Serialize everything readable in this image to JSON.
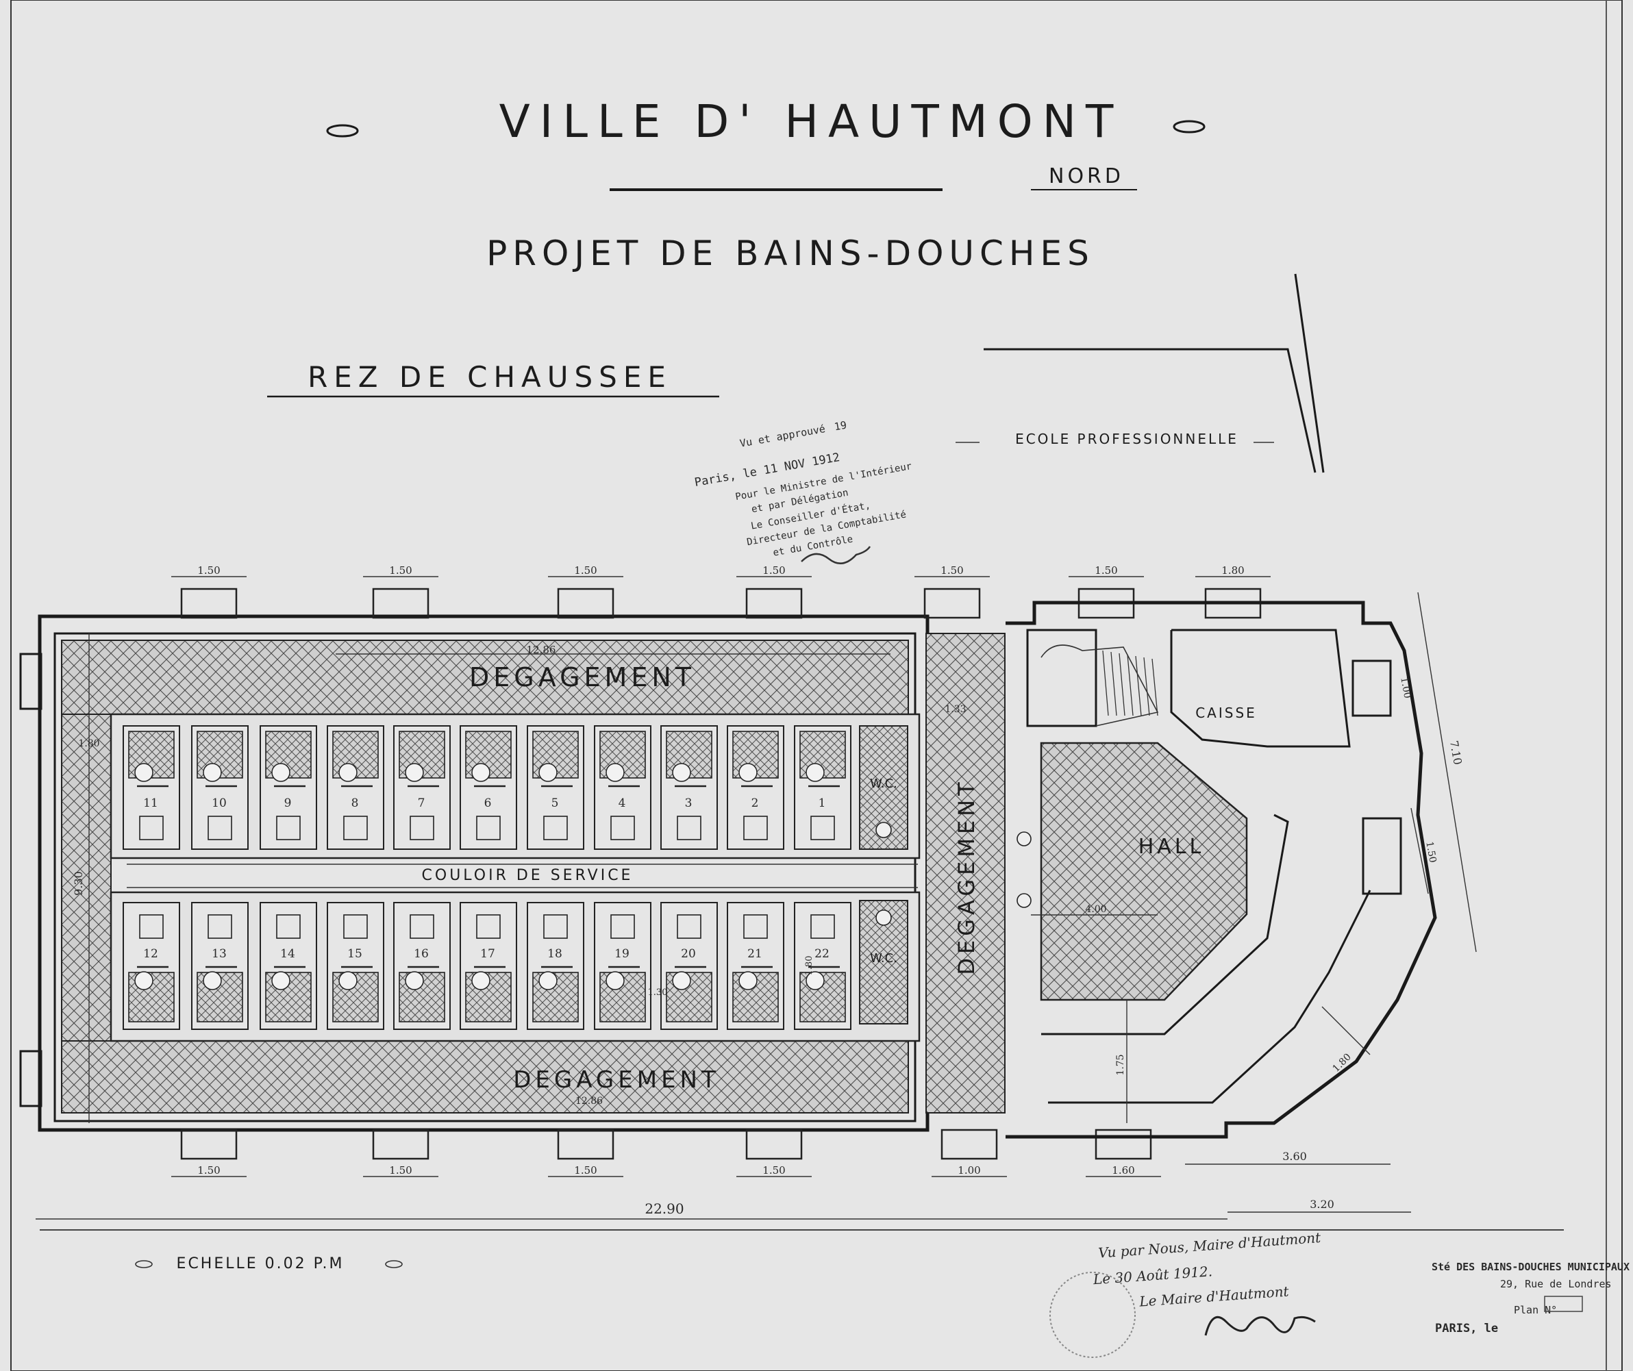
{
  "title": {
    "city": "VILLE D' HAUTMONT",
    "region": "NORD",
    "project": "PROJET DE BAINS-DOUCHES",
    "floor": "REZ DE CHAUSSEE"
  },
  "neighbour_label": "ECOLE PROFESSIONNELLE",
  "stamp": {
    "line1": "Vu et approuvé",
    "line2": "Paris, le 11 NOV 1912",
    "line3": "Pour le Ministre de l'Intérieur",
    "line4": "et par Délégation",
    "line5": "Le Conseiller d'État,",
    "line6": "Directeur de la Comptabilité",
    "line7": "et du Contrôle",
    "year_suffix": "19"
  },
  "rooms": {
    "corridor_top": "DEGAGEMENT",
    "corridor_bottom": "DEGAGEMENT",
    "corridor_vertical": "DEGAGEMENT",
    "service_corridor": "COULOIR DE SERVICE",
    "hall": "HALL",
    "cashier": "CAISSE",
    "wc_top": "W.C.",
    "wc_bottom": "W.C."
  },
  "cabins_top": [
    "11",
    "10",
    "9",
    "8",
    "7",
    "6",
    "5",
    "4",
    "3",
    "2",
    "1"
  ],
  "cabins_bottom": [
    "12",
    "13",
    "14",
    "15",
    "16",
    "17",
    "18",
    "19",
    "20",
    "21",
    "22"
  ],
  "dimensions": {
    "window_top": [
      "1.50",
      "1.50",
      "1.50",
      "1.50",
      "1.50",
      "1.50",
      "1.80"
    ],
    "window_bottom": [
      "1.50",
      "1.50",
      "1.50",
      "1.50",
      "1.00",
      "1.60"
    ],
    "inner_length": "12.86",
    "inner_length_bottom": "12.86",
    "total_length": "22.90",
    "right_segment": "3.20",
    "right_span": "3.60",
    "width_left": "9.30",
    "right_height": "7.10",
    "right_window": "1.50",
    "right_window_top": "1.00",
    "bay_corner": "1.80",
    "hall_width": "4.00",
    "hall_depth": "1.75",
    "cabin_side": "1.80",
    "stair_side": "1.33",
    "side_left": "1.80",
    "small_bottom": "1.30"
  },
  "scale": "ECHELLE 0.02 P.M",
  "signature_note": {
    "line1": "Vu par Nous, Maire d'Hautmont",
    "line2": "Le 30 Août 1912.",
    "line3": "Le Maire d'Hautmont"
  },
  "office_stamp": {
    "line1": "Sté DES BAINS-DOUCHES MUNICIPAUX",
    "line2": "29, Rue de Londres",
    "line3": "Plan N°",
    "line4": "PARIS, le"
  }
}
